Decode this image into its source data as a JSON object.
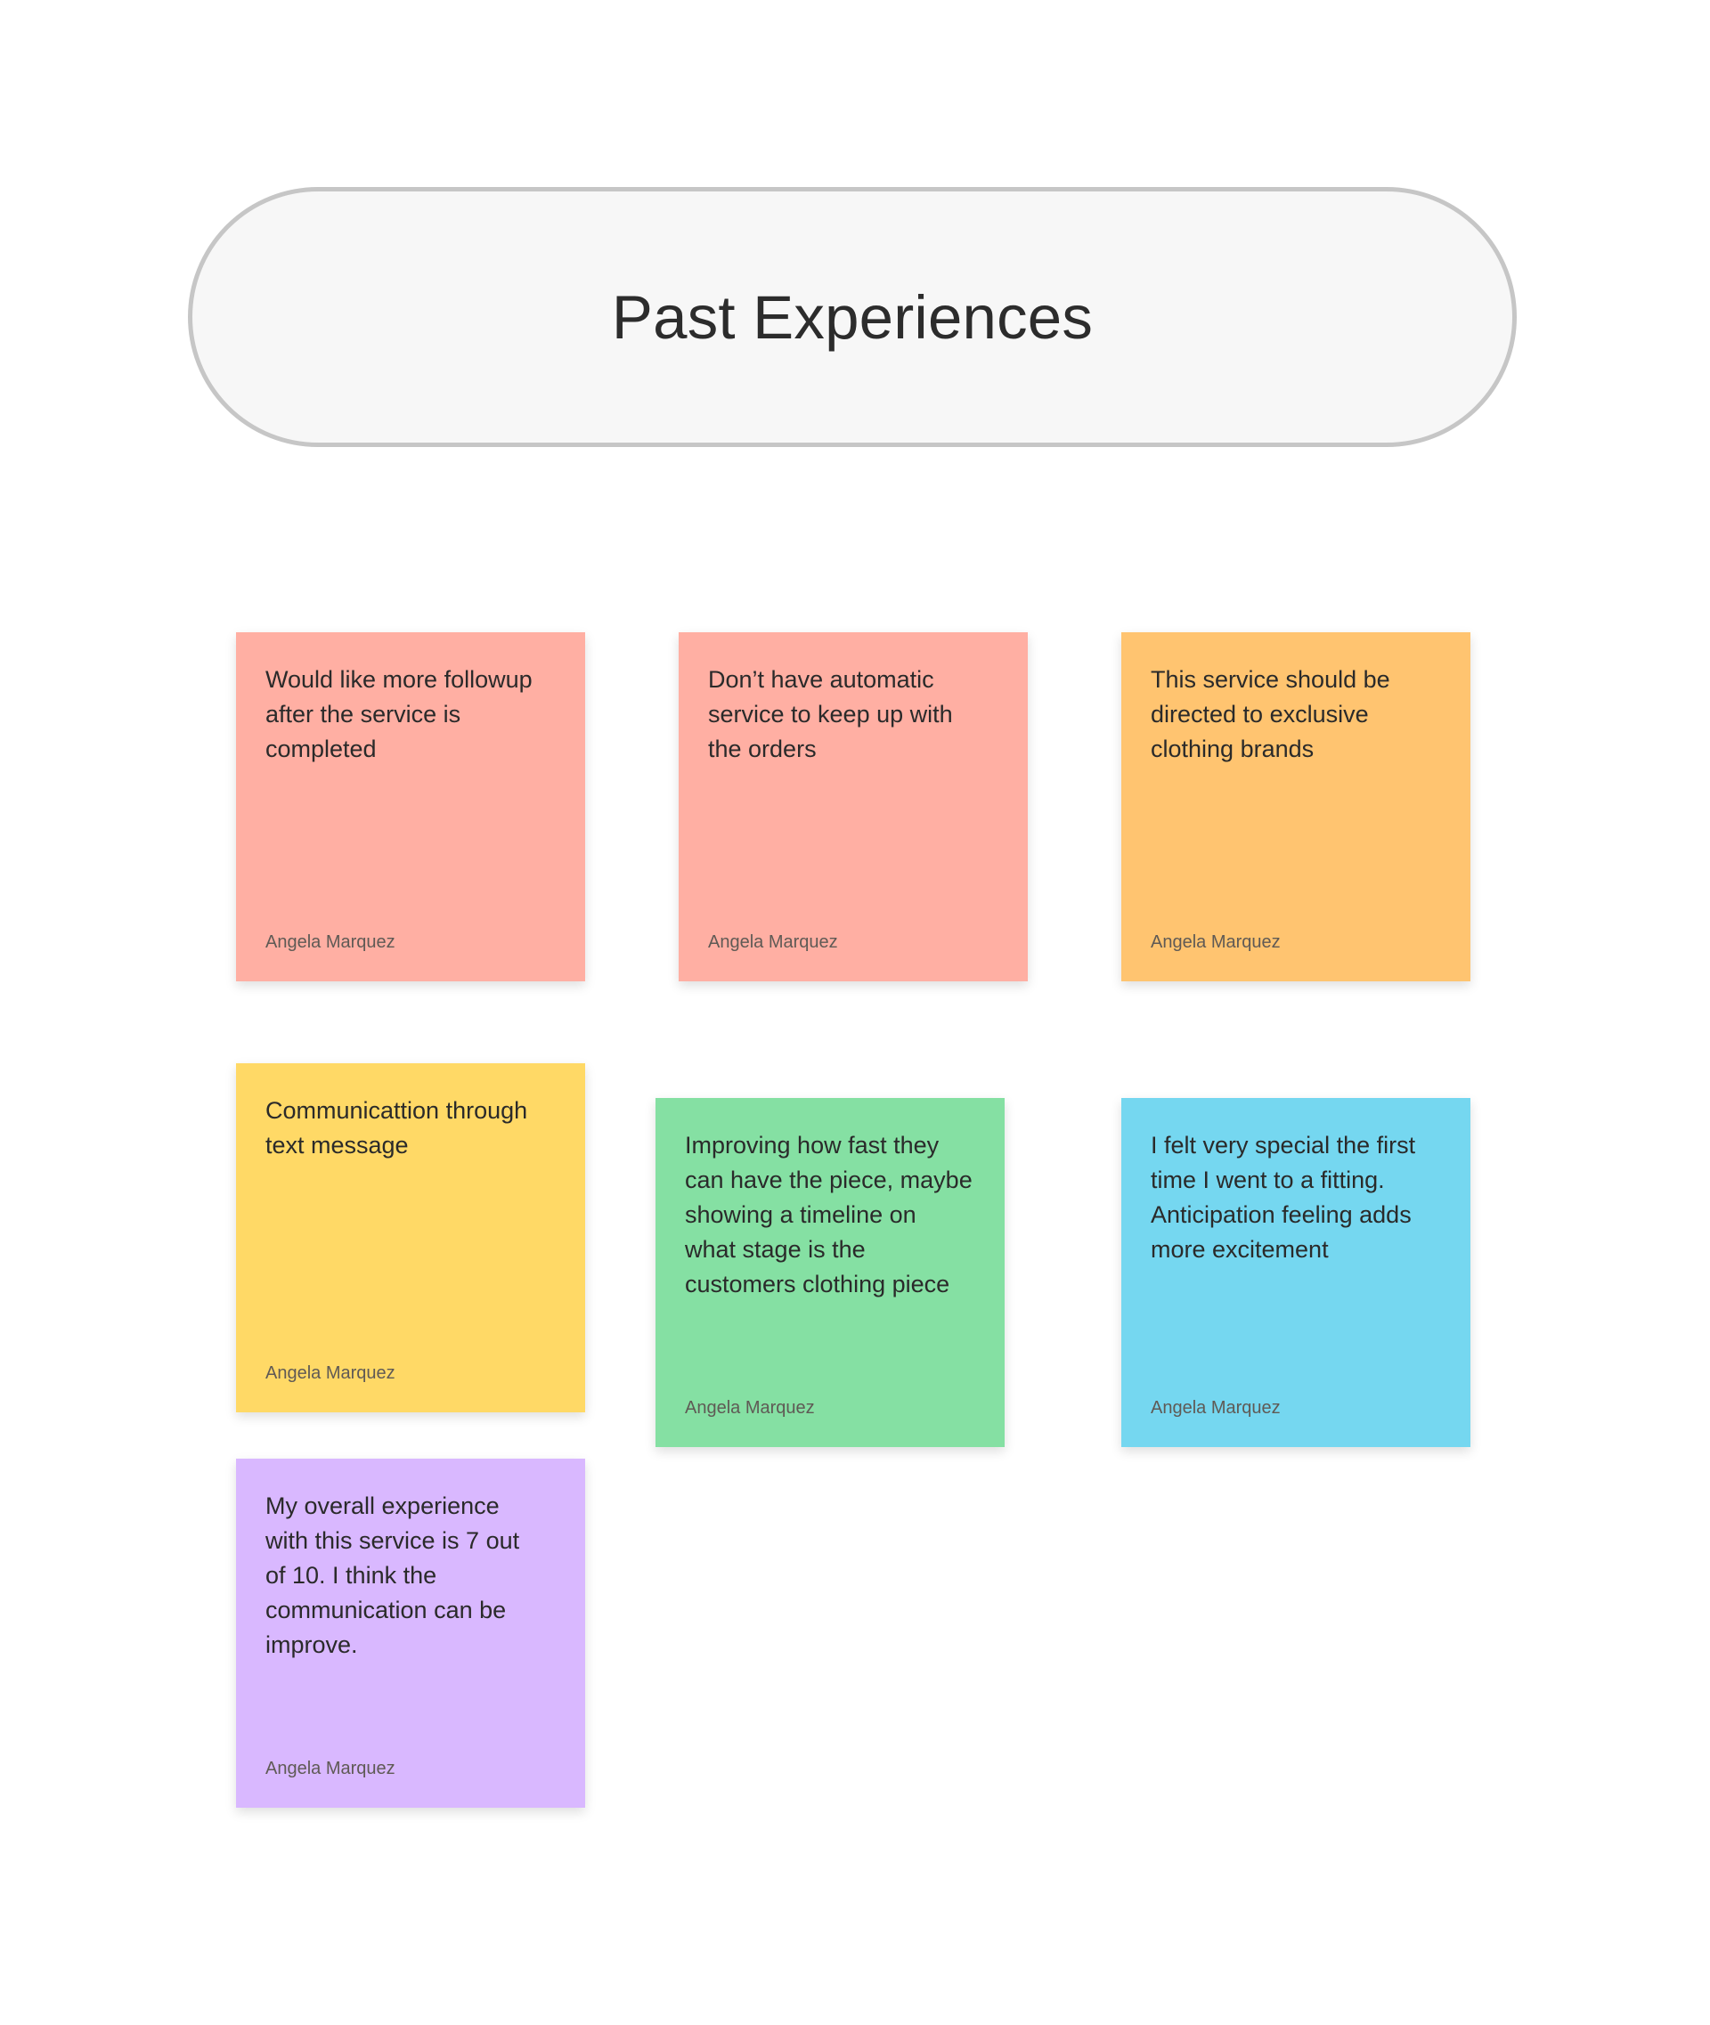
{
  "board": {
    "section_title": "Past Experiences"
  },
  "notes": [
    {
      "text": "Would like more followup\nafter the service is\ncompleted",
      "author": "Angela Marquez",
      "color": "#ffafa3"
    },
    {
      "text": "Don’t have automatic\nservice to keep up with\nthe orders",
      "author": "Angela Marquez",
      "color": "#ffafa3"
    },
    {
      "text": "This service should be\ndirected to exclusive\nclothing brands",
      "author": "Angela Marquez",
      "color": "#ffc470"
    },
    {
      "text": "Communicattion through\ntext message",
      "author": "Angela Marquez",
      "color": "#ffd966"
    },
    {
      "text": "Improving how fast they\ncan have the piece, maybe\nshowing a timeline on\nwhat stage is the\ncustomers clothing piece",
      "author": "Angela Marquez",
      "color": "#85e0a3"
    },
    {
      "text": "I felt very special the first\ntime I went to a fitting.\nAnticipation feeling adds\nmore excitement",
      "author": "Angela Marquez",
      "color": "#75d7f0"
    },
    {
      "text": "My overall experience\nwith this service is 7 out\nof 10. I think the\ncommunication can be\nimprove.",
      "author": "Angela Marquez",
      "color": "#d9b8ff"
    }
  ]
}
